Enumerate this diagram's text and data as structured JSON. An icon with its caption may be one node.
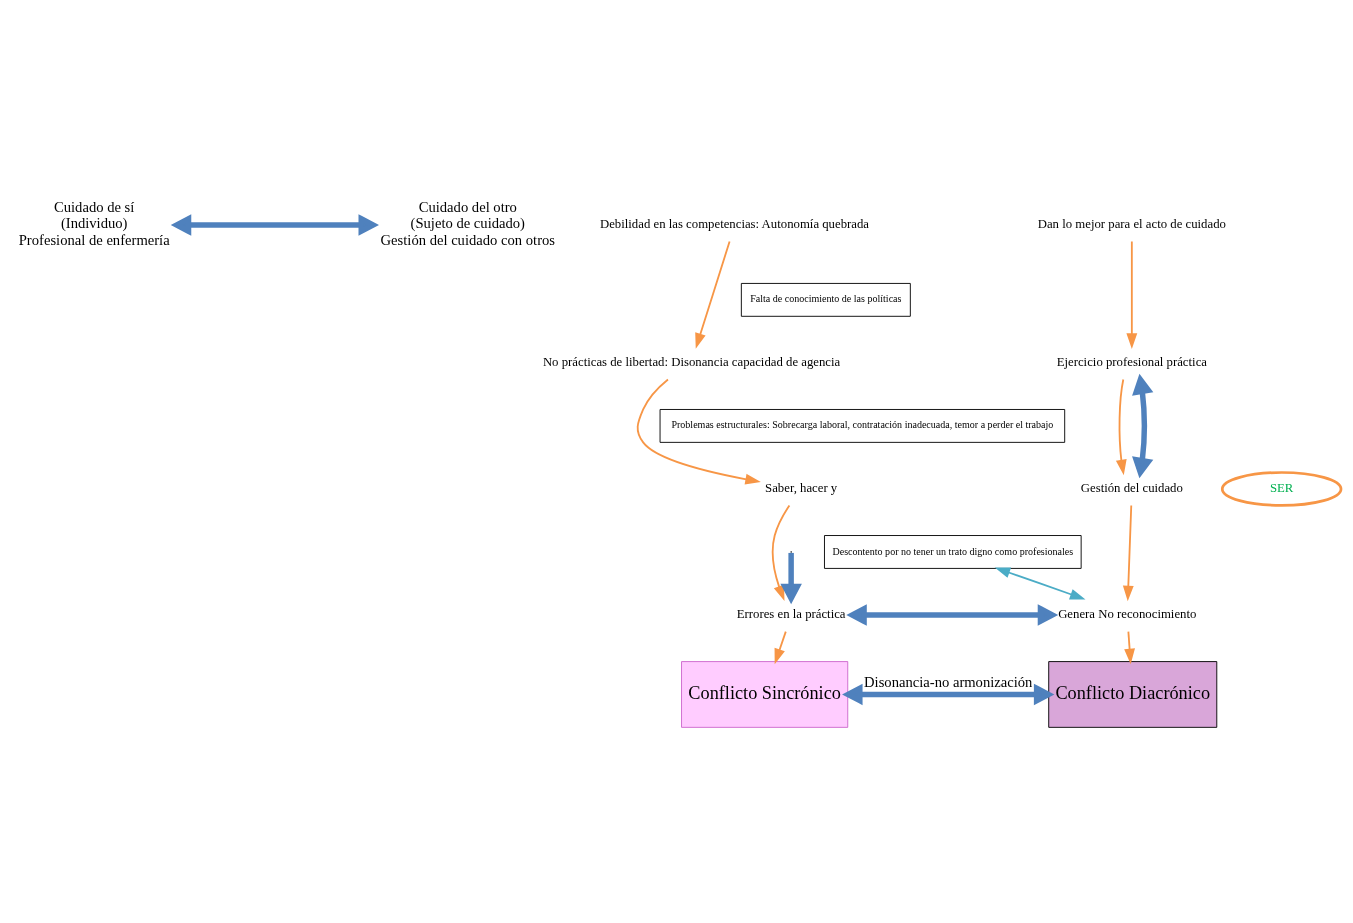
{
  "diagram": {
    "nodes": [
      {
        "text": [
          "Cuidado de sí",
          "(Individuo)",
          "Profesional de enfermería"
        ]
      },
      {
        "text": [
          "Cuidado del otro",
          "(Sujeto de cuidado)",
          "Gestión del cuidado con otros"
        ]
      },
      {
        "text": [
          "Debilidad en las competencias: Autonomía quebrada"
        ]
      },
      {
        "text": [
          "No prácticas de libertad: Disonancia capacidad de agencia"
        ]
      },
      {
        "text": [
          "Saber, hacer y"
        ]
      },
      {
        "text": [
          "SER"
        ]
      },
      {
        "text": [
          "Errores en la práctica"
        ]
      },
      {
        "text": [
          "Conflicto Sincrónico"
        ]
      },
      {
        "text": [
          "Dan lo mejor para el acto de cuidado"
        ]
      },
      {
        "text": [
          "Ejercicio profesional práctica"
        ]
      },
      {
        "text": [
          "Gestión del cuidado"
        ]
      },
      {
        "text": [
          "Genera No reconocimiento"
        ]
      },
      {
        "text": [
          "Conflicto Diacrónico"
        ]
      },
      {
        "text": [
          "Falta de conocimiento de las políticas"
        ]
      },
      {
        "text": [
          "Problemas estructurales: Sobrecarga laboral, contratación inadecuada, temor a perder el trabajo"
        ]
      },
      {
        "text": [
          "Descontento por no tener un trato digno como profesionales"
        ]
      }
    ],
    "edges": [
      {
        "from": 0,
        "to": 1,
        "arrow": "both",
        "style": "thick",
        "color": "#4f81bd"
      },
      {
        "from": 2,
        "to": 3,
        "arrow": "to"
      },
      {
        "from": 3,
        "to": 4,
        "arrow": "to"
      },
      {
        "from": 4,
        "to": 6,
        "arrow": "to"
      },
      {
        "from": 6,
        "to": 7,
        "arrow": "to"
      },
      {
        "from": null,
        "to": 6,
        "arrow": "to",
        "style": "thick",
        "color": "#4f81bd"
      },
      {
        "from": 8,
        "to": 9,
        "arrow": "to"
      },
      {
        "from": 9,
        "to": 10,
        "arrow": "to"
      },
      {
        "from": 10,
        "to": 11,
        "arrow": "to"
      },
      {
        "from": 11,
        "to": 12,
        "arrow": "to"
      },
      {
        "from": 9,
        "to": 10,
        "arrow": "both",
        "style": "thick",
        "color": "#4f81bd"
      },
      {
        "from": 6,
        "to": 11,
        "arrow": "both",
        "style": "thick",
        "color": "#4f81bd"
      },
      {
        "from": 15,
        "to": 11,
        "arrow": "both",
        "color": "#4bacc6"
      },
      {
        "from": 7,
        "to": 12,
        "arrow": "both",
        "style": "thick",
        "color": "#4f81bd",
        "label": "Disonancia-no armonización"
      }
    ]
  }
}
